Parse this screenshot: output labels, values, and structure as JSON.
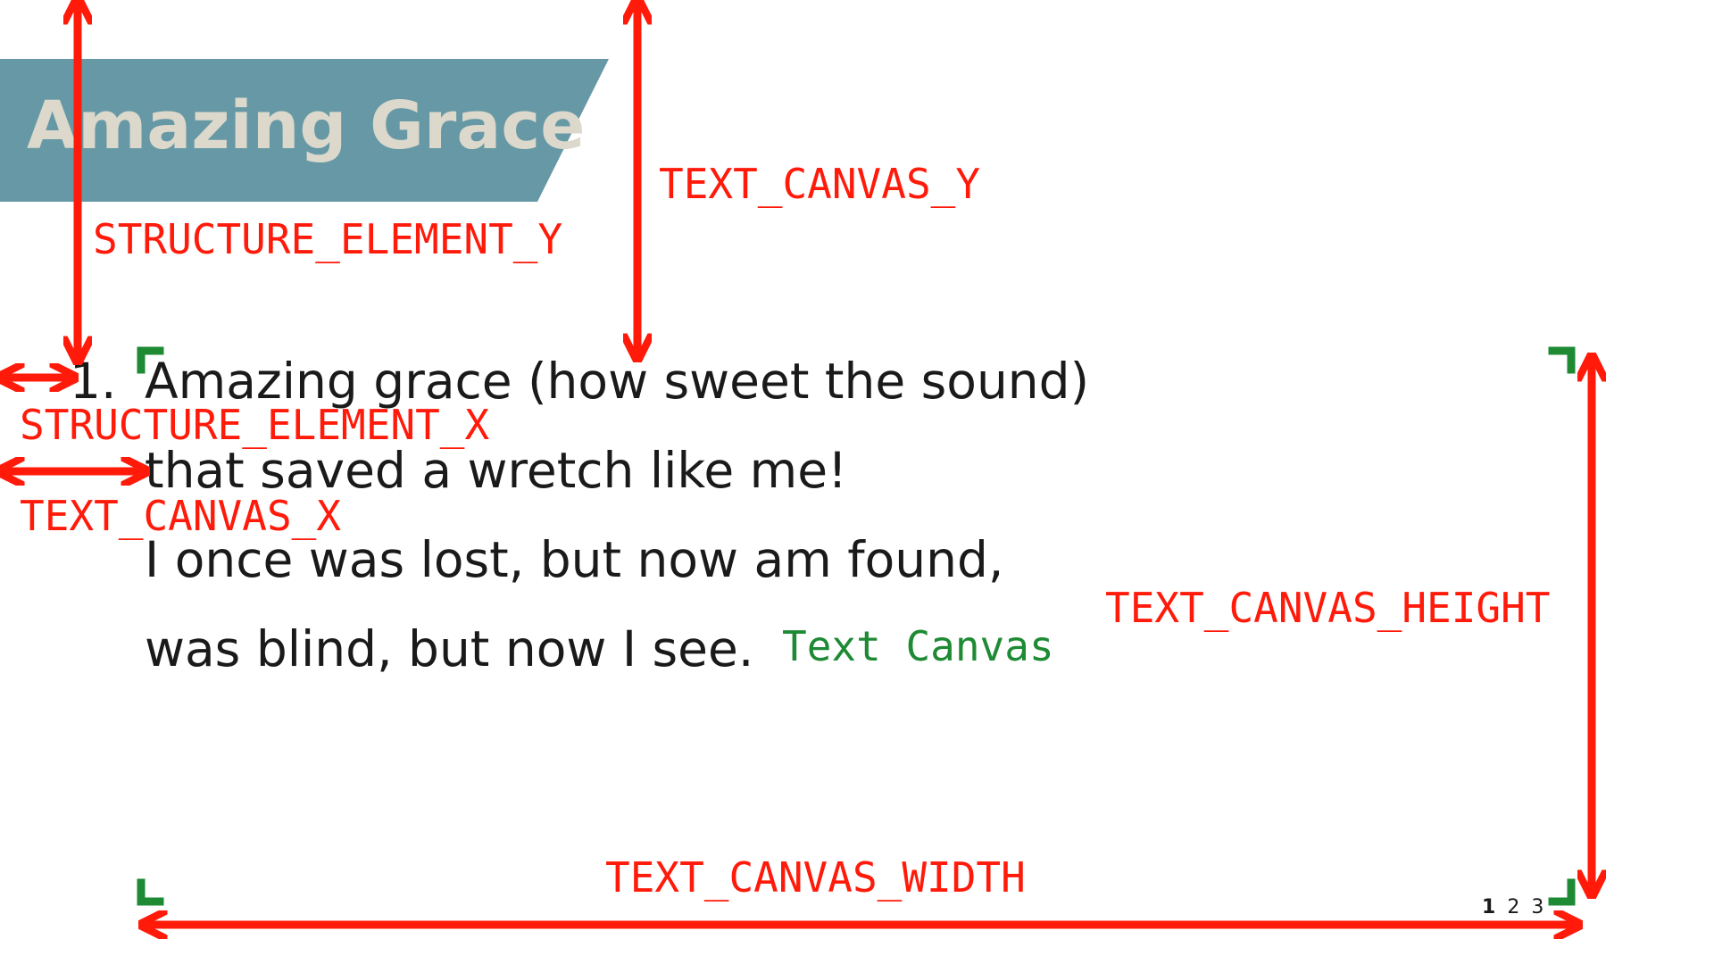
{
  "slide": {
    "title": "Amazing Grace",
    "verse_number": "1.",
    "lines": [
      "Amazing grace (how sweet the sound)",
      "that saved a wretch like me!",
      "I once was lost, but now am found,",
      "was blind, but now I see."
    ],
    "pages": [
      {
        "label": "1",
        "current": true
      },
      {
        "label": "2",
        "current": false
      },
      {
        "label": "3",
        "current": false
      }
    ]
  },
  "annotations": {
    "text_canvas_y": "TEXT_CANVAS_Y",
    "structure_element_y": "STRUCTURE_ELEMENT_Y",
    "structure_element_x": "STRUCTURE_ELEMENT_X",
    "text_canvas_x": "TEXT_CANVAS_X",
    "text_canvas_height": "TEXT_CANVAS_HEIGHT",
    "text_canvas_width": "TEXT_CANVAS_WIDTH",
    "text_canvas_label": "Text Canvas"
  },
  "colors": {
    "title_band": "#6699a5",
    "title_text": "#dcd8cc",
    "lyrics_text": "#1a1a1a",
    "annotation_red": "#ff1a0a",
    "canvas_green": "#1e8a34"
  }
}
